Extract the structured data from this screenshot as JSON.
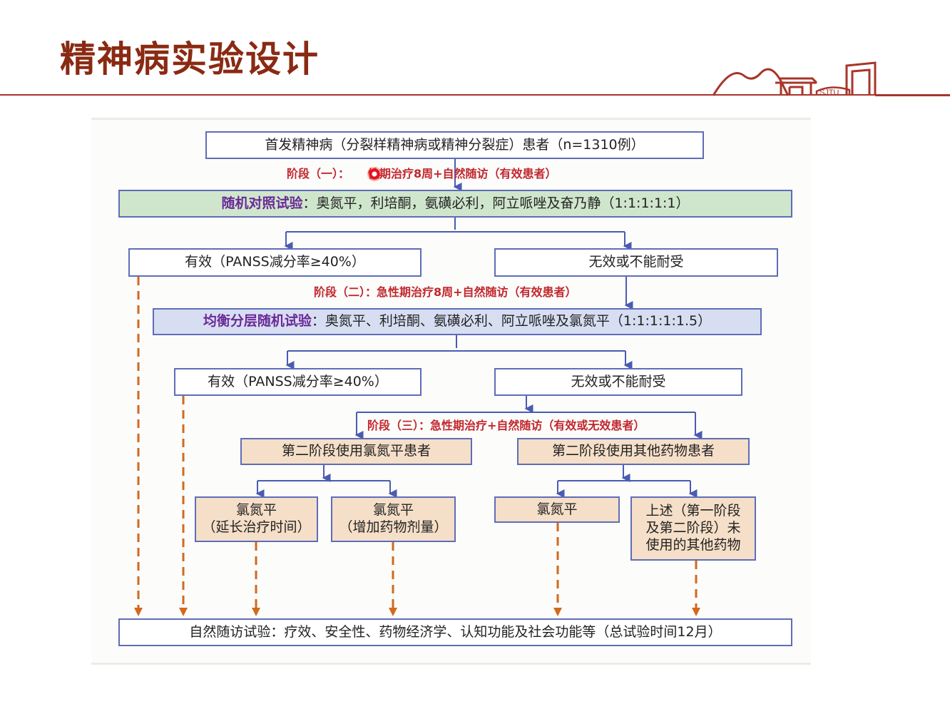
{
  "title": "精神病实验设计",
  "logo": {
    "text": "SJTU"
  },
  "colors": {
    "title": "#8a2a12",
    "stage": "#c1272d",
    "box_border": "#5f6db8",
    "dashed": "#d2691e"
  },
  "boxes": {
    "patients": "首发精神病（分裂样精神病或精神分裂症）患者（n=1310例）",
    "rct_lead": "随机对照试验",
    "rct_rest": "：奥氮平，利培酮，氨磺必利，阿立哌唑及奋乃静（1:1:1:1:1）",
    "effective1": "有效（PANSS减分率≥40%）",
    "ineffective1": "无效或不能耐受",
    "balanced_lead": "均衡分层随机试验",
    "balanced_rest": "：奥氮平、利培酮、氨磺必利、阿立哌唑及氯氮平（1:1:1:1:1.5）",
    "effective2": "有效（PANSS减分率≥40%）",
    "ineffective2": "无效或不能耐受",
    "clozapine_group": "第二阶段使用氯氮平患者",
    "other_group": "第二阶段使用其他药物患者",
    "clz_extend_1": "氯氮平",
    "clz_extend_2": "（延长治疗时间）",
    "clz_dose_1": "氯氮平",
    "clz_dose_2": "（增加药物剂量）",
    "clz_switch": "氯氮平",
    "other_drugs_1": "上述（第一阶段",
    "other_drugs_2": "及第二阶段）未",
    "other_drugs_3": "使用的其他药物",
    "followup": "自然随访试验：疗效、安全性、药物经济学、认知功能及社会功能等（总试验时间12月）"
  },
  "stages": {
    "stage1_prefix": "阶段（一）：",
    "stage1_body": "性期治疗8周+自然随访（有效患者）",
    "stage2": "阶段（二）：急性期治疗8周+自然随访（有效患者）",
    "stage3": "阶段（三）：急性期治疗+自然随访（有效或无效患者）"
  }
}
